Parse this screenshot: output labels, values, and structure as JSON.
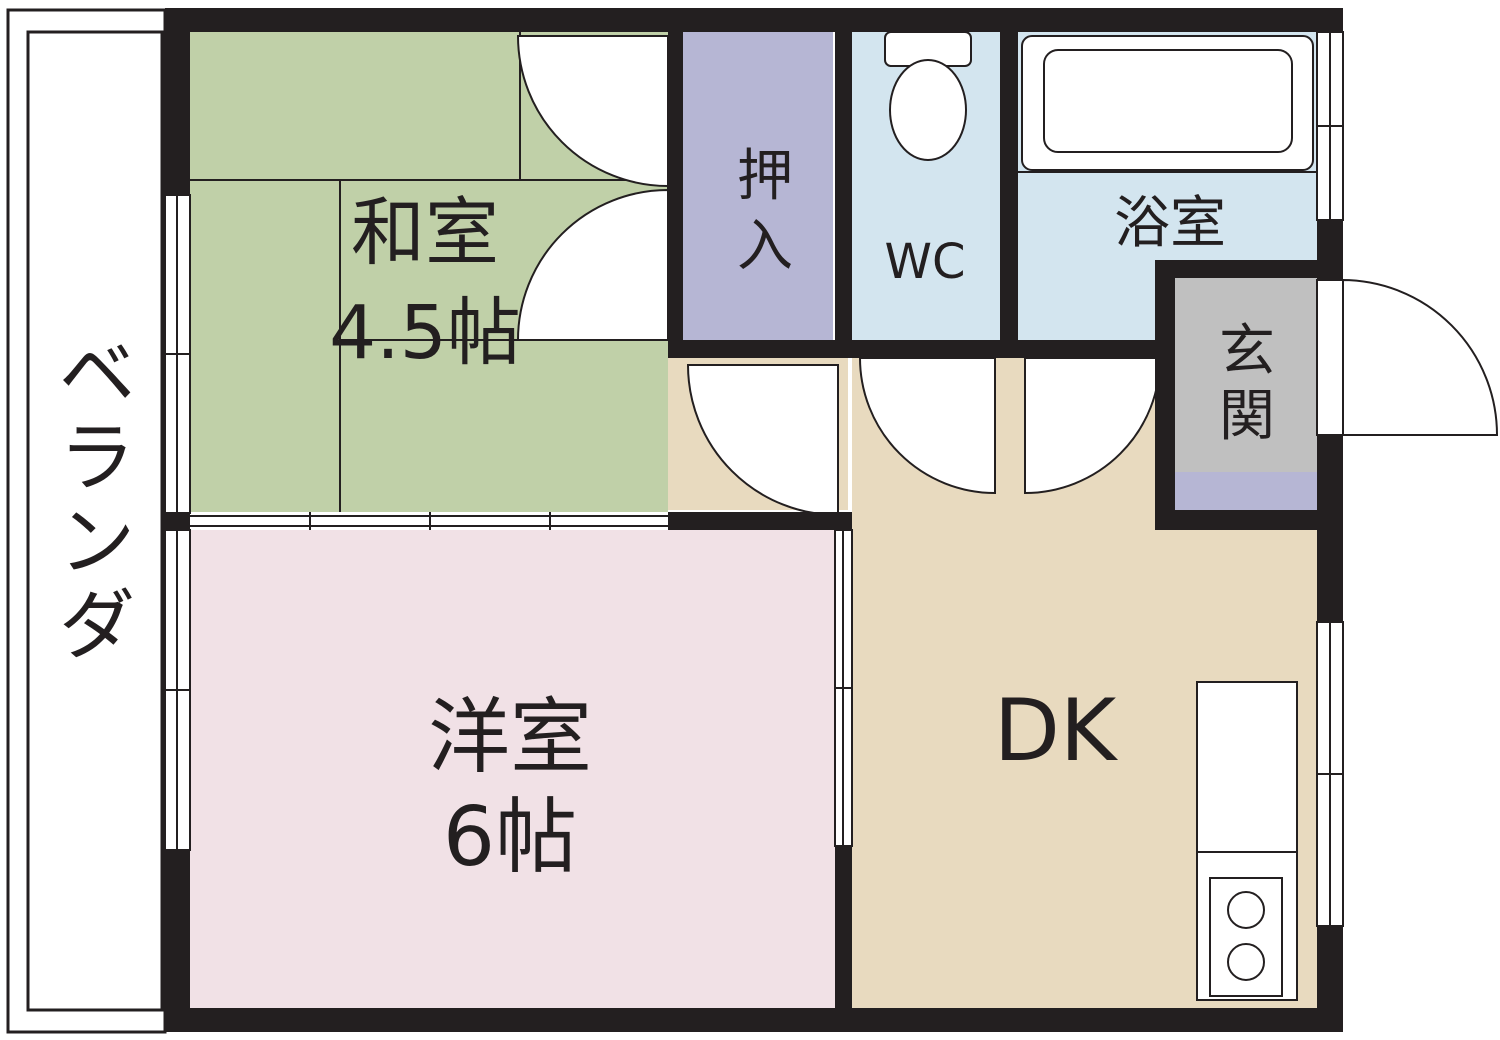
{
  "colors": {
    "wall": "#231f20",
    "washitsu": "#c0d0a8",
    "youshitsu": "#f1e1e6",
    "dk": "#e8dabf",
    "oshiire": "#b6b6d4",
    "wc": "#d3e5ef",
    "bath": "#d3e5ef",
    "genkan": "#c0c0c0",
    "shoe_box": "#b6b6d4",
    "balcony": "#ffffff",
    "fixture": "#ffffff"
  },
  "rooms": {
    "washitsu": {
      "name": "和室",
      "size": "4.5帖"
    },
    "youshitsu": {
      "name": "洋室",
      "size": "6帖"
    },
    "dk": {
      "name": "DK"
    },
    "oshiire": {
      "line1": "押",
      "line2": "入"
    },
    "wc": {
      "name": "WC"
    },
    "bath": {
      "name": "浴室"
    },
    "genkan": {
      "line1": "玄",
      "line2": "関"
    },
    "balcony": {
      "name": "ベランダ"
    }
  }
}
